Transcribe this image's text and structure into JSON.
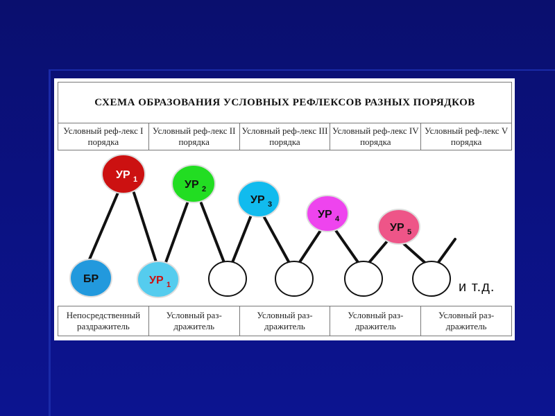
{
  "title": "СХЕМА ОБРАЗОВАНИЯ УСЛОВНЫХ РЕФЛЕКСОВ РАЗНЫХ ПОРЯДКОВ",
  "header_cells": [
    "Условный реф-лекс I порядка",
    "Условный реф-лекс II порядка",
    "Условный реф-лекс III порядка",
    "Условный реф-лекс IV порядка",
    "Условный реф-лекс V порядка"
  ],
  "footer_cells": [
    "Непосредственный раздражитель",
    "Условный раз-дражитель",
    "Условный раз-дражитель",
    "Условный раз-дражитель",
    "Условный раз-дражитель"
  ],
  "nodes": {
    "ur1_top": {
      "main": "УР",
      "sub": "1",
      "color": "#cc1111",
      "text_color": "#ffffff"
    },
    "ur2": {
      "main": "УР",
      "sub": "2",
      "color": "#22dd22",
      "text_color": "#111111"
    },
    "ur3": {
      "main": "УР",
      "sub": "3",
      "color": "#11bbee",
      "text_color": "#111111"
    },
    "ur4": {
      "main": "УР",
      "sub": "4",
      "color": "#ee44ee",
      "text_color": "#111111"
    },
    "ur5": {
      "main": "УР",
      "sub": "5",
      "color": "#ee5588",
      "text_color": "#111111"
    },
    "br": {
      "main": "БР",
      "color": "#2299dd",
      "text_color": "#111111"
    },
    "ur1_bottom": {
      "main": "УР",
      "sub": "1",
      "color": "#55ccee",
      "text_color": "#cc1111"
    }
  },
  "etc_text": "и т.д."
}
